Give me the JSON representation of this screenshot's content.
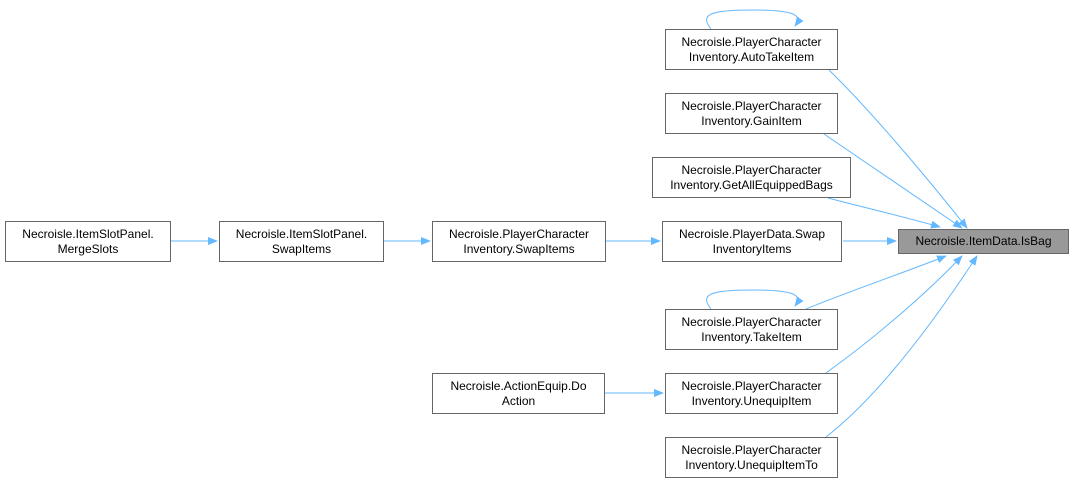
{
  "diagram": {
    "edge_color": "#63b8ff",
    "target_fill": "#999999",
    "nodes": {
      "is_bag": {
        "lines": [
          "Necroisle.ItemData.IsBag"
        ]
      },
      "auto_take_item": {
        "lines": [
          "Necroisle.PlayerCharacter",
          "Inventory.AutoTakeItem"
        ]
      },
      "gain_item": {
        "lines": [
          "Necroisle.PlayerCharacter",
          "Inventory.GainItem"
        ]
      },
      "get_all_equipped_bags": {
        "lines": [
          "Necroisle.PlayerCharacter",
          "Inventory.GetAllEquippedBags"
        ]
      },
      "swap_inventory_items": {
        "lines": [
          "Necroisle.PlayerData.Swap",
          "InventoryItems"
        ]
      },
      "take_item": {
        "lines": [
          "Necroisle.PlayerCharacter",
          "Inventory.TakeItem"
        ]
      },
      "unequip_item": {
        "lines": [
          "Necroisle.PlayerCharacter",
          "Inventory.UnequipItem"
        ]
      },
      "unequip_item_to": {
        "lines": [
          "Necroisle.PlayerCharacter",
          "Inventory.UnequipItemTo"
        ]
      },
      "swap_items_inv": {
        "lines": [
          "Necroisle.PlayerCharacter",
          "Inventory.SwapItems"
        ]
      },
      "slot_swap_items": {
        "lines": [
          "Necroisle.ItemSlotPanel.",
          "SwapItems"
        ]
      },
      "merge_slots": {
        "lines": [
          "Necroisle.ItemSlotPanel.",
          "MergeSlots"
        ]
      },
      "do_action": {
        "lines": [
          "Necroisle.ActionEquip.Do",
          "Action"
        ]
      }
    },
    "edges": [
      {
        "from": "auto_take_item",
        "to": "is_bag"
      },
      {
        "from": "gain_item",
        "to": "is_bag"
      },
      {
        "from": "get_all_equipped_bags",
        "to": "is_bag"
      },
      {
        "from": "swap_inventory_items",
        "to": "is_bag"
      },
      {
        "from": "take_item",
        "to": "is_bag"
      },
      {
        "from": "unequip_item",
        "to": "is_bag"
      },
      {
        "from": "unequip_item_to",
        "to": "is_bag"
      },
      {
        "from": "auto_take_item",
        "to": "auto_take_item"
      },
      {
        "from": "take_item",
        "to": "take_item"
      },
      {
        "from": "swap_items_inv",
        "to": "swap_inventory_items"
      },
      {
        "from": "slot_swap_items",
        "to": "swap_items_inv"
      },
      {
        "from": "merge_slots",
        "to": "slot_swap_items"
      },
      {
        "from": "do_action",
        "to": "unequip_item"
      }
    ]
  }
}
